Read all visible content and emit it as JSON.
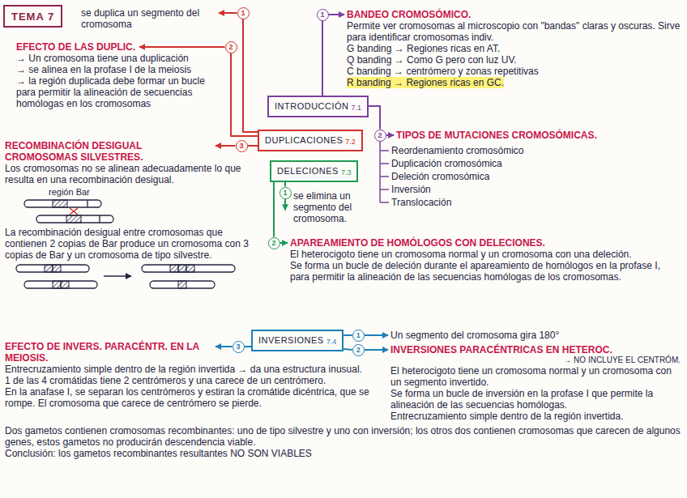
{
  "diagram": {
    "nodes": [
      {
        "text": [
          "TEMA 7"
        ]
      },
      {
        "text": [
          "1"
        ]
      },
      {
        "text": [
          "1"
        ]
      },
      {
        "text": [
          "2"
        ]
      },
      {
        "text": [
          "INTRODUCCIÓN",
          "7.1"
        ]
      },
      {
        "text": [
          "2"
        ]
      },
      {
        "text": [
          "DUPLICACIONES",
          "7.2"
        ]
      },
      {
        "text": [
          "3"
        ]
      },
      {
        "text": [
          "DELECIONES",
          "7.3"
        ]
      },
      {
        "text": [
          "1"
        ]
      },
      {
        "text": [
          "2"
        ]
      },
      {
        "text": [
          "INVERSIONES",
          "7.4"
        ]
      },
      {
        "text": [
          "1"
        ]
      },
      {
        "text": [
          "3"
        ]
      },
      {
        "text": [
          "2"
        ]
      }
    ],
    "edges": [
      {
        "from": 4,
        "to": 1,
        "arrow": "none"
      },
      {
        "from": 6,
        "to": 2,
        "arrow": "none"
      },
      {
        "from": 6,
        "to": 3,
        "arrow": "none"
      },
      {
        "from": 4,
        "to": 5,
        "arrow": "none"
      },
      {
        "from": 6,
        "to": 7,
        "arrow": "none"
      },
      {
        "from": 8,
        "to": 9,
        "arrow": "none"
      },
      {
        "from": 8,
        "to": 10,
        "arrow": "none"
      },
      {
        "from": 11,
        "to": 12,
        "arrow": "none"
      },
      {
        "from": 11,
        "to": 14,
        "arrow": "none"
      },
      {
        "from": 11,
        "to": 13,
        "arrow": "none"
      }
    ],
    "labels": [
      "se duplica un segmento del cromosoma",
      "EFECTO DE LAS DUPLIC.",
      "→ Un cromosoma tiene una duplicación",
      "→ se alinea en la profase I de la meiosis",
      "→ la región duplicada debe formar un bucle para permitir la alineación de secuencias homólogas en los cromosomas",
      "RECOMBINACIÓN DESIGUAL CROMOSOMAS SILVESTRES.",
      "Los cromosomas no se alinean adecuadamente lo que resulta en una recombinación desigual.",
      "región Bar",
      "La recombinación desigual entre cromosomas que contienen 2 copias de Bar produce un cromosoma con 3 copias de Bar y un cromosoma de tipo silvestre.",
      "BANDEO CROMOSÓMICO.",
      "Permite ver cromosomas al microscopio con \"bandas\" claras y oscuras. Sirve para identificar cromosomas indiv.",
      "G banding → Regiones ricas en AT.",
      "Q banding → Como G pero con luz UV.",
      "C banding → centrómero y zonas repetitivas",
      "R banding → Regiones ricas en GC.",
      "TIPOS DE MUTACIONES CROMOSÓMICAS.",
      "Reordenamiento cromosómico",
      "Duplicación cromosómica",
      "Deleción cromosómica",
      "Inversión",
      "Translocación",
      "se elimina un segmento del cromosoma.",
      "APAREAMIENTO DE HOMÓLOGOS CON DELECIONES.",
      "El heterocigoto tiene un cromosoma normal y un cromosoma con una deleción.",
      "Se forma un bucle de deleción durante el apareamiento de homólogos en la profase I, para permitir la alineación de las secuencias homólogas de los cromosomas.",
      "Un segmento del cromosoma gira 180°",
      "INVERSIONES PARACÉNTRICAS EN HETEROC.",
      "→ NO INCLUYE EL CENTRÓM.",
      "El heterocigoto tiene un cromosoma normal y un cromosoma con un segmento invertido.",
      "Se forma un bucle de inversión en la profase I que permite la alineación de las secuencias homólogas.",
      "Entrecruzamiento simple dentro de la región invertida.",
      "EFECTO DE INVERS. PARACÉNTR. EN LA MEIOSIS.",
      "Entrecruzamiento simple dentro de la región invertida → da una estructura inusual.",
      "1 de las 4 cromátidas tiene 2 centrómeros y una carece de un centrómero.",
      "En la anafase I, se separan los centrómeros y estiran la cromátide dicéntrica, que se rompe. El cromosoma que carece de centrómero se pierde.",
      "Dos gametos contienen cromosomas recombinantes: uno de tipo silvestre y uno con inversión; los otros dos contienen cromosomas que carecen de algunos genes, estos gametos no producirán descendencia viable.",
      "Conclusión: los gametos recombinantes resultantes NO SON VIABLES"
    ]
  }
}
